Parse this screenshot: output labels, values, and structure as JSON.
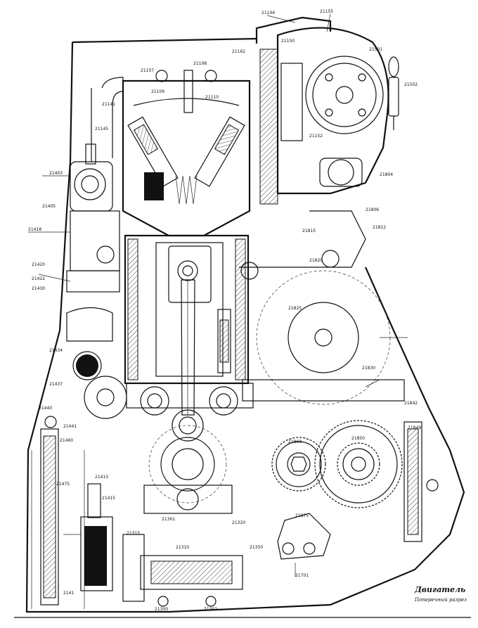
{
  "drawing": {
    "title": "Двигатель",
    "subtitle": "Поперечный разрез",
    "part_numbers_upper": [
      "21104",
      "21155",
      "21162",
      "21107",
      "21108",
      "21109",
      "21110",
      "21141",
      "21145",
      "21150",
      "21152",
      "21501",
      "21502"
    ],
    "part_numbers_left": [
      "21403",
      "21405",
      "21418",
      "21420",
      "21422",
      "21430",
      "21434",
      "21437",
      "21440",
      "21441",
      "21460",
      "21475"
    ],
    "part_numbers_right": [
      "21804",
      "21806",
      "21812",
      "21815",
      "21820",
      "21825",
      "21830",
      "21842",
      "21849",
      "21850",
      "21868",
      "21875"
    ],
    "part_numbers_lower": [
      "2141",
      "21300",
      "21302",
      "21310",
      "21315",
      "21320",
      "21350",
      "21361",
      "21413",
      "21415",
      "21701"
    ]
  }
}
